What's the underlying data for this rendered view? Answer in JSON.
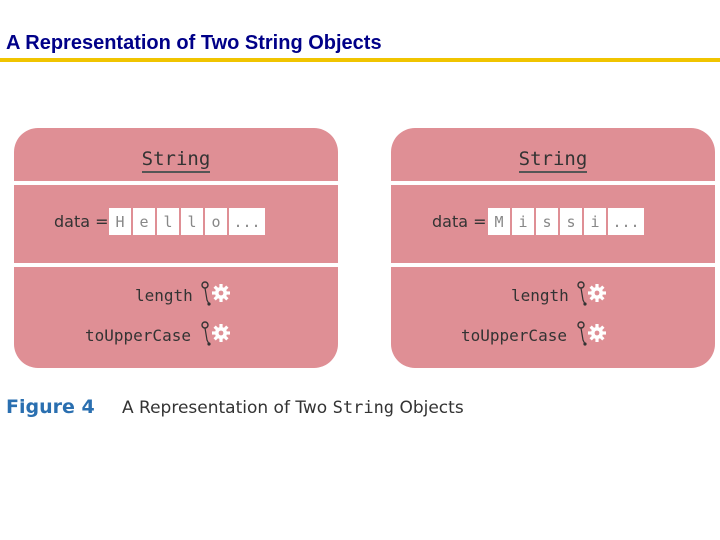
{
  "slide": {
    "title": "A Representation of Two String Objects"
  },
  "colors": {
    "card_fill": "#df8f95",
    "divider": "#ffffff",
    "title_text": "#000088",
    "title_rule": "#f0c400",
    "figure_label": "#2a6fb0"
  },
  "objects": [
    {
      "class_name": "String",
      "data_label": "data =",
      "chars": [
        "H",
        "e",
        "l",
        "l",
        "o",
        "..."
      ],
      "methods": [
        "length",
        "toUpperCase"
      ]
    },
    {
      "class_name": "String",
      "data_label": "data =",
      "chars": [
        "M",
        "i",
        "s",
        "s",
        "i",
        "..."
      ],
      "methods": [
        "length",
        "toUpperCase"
      ]
    }
  ],
  "figure": {
    "label": "Figure 4",
    "caption_before": "A Representation of Two ",
    "caption_code": "String",
    "caption_after": " Objects"
  },
  "icons": {
    "method": "gear-icon"
  }
}
